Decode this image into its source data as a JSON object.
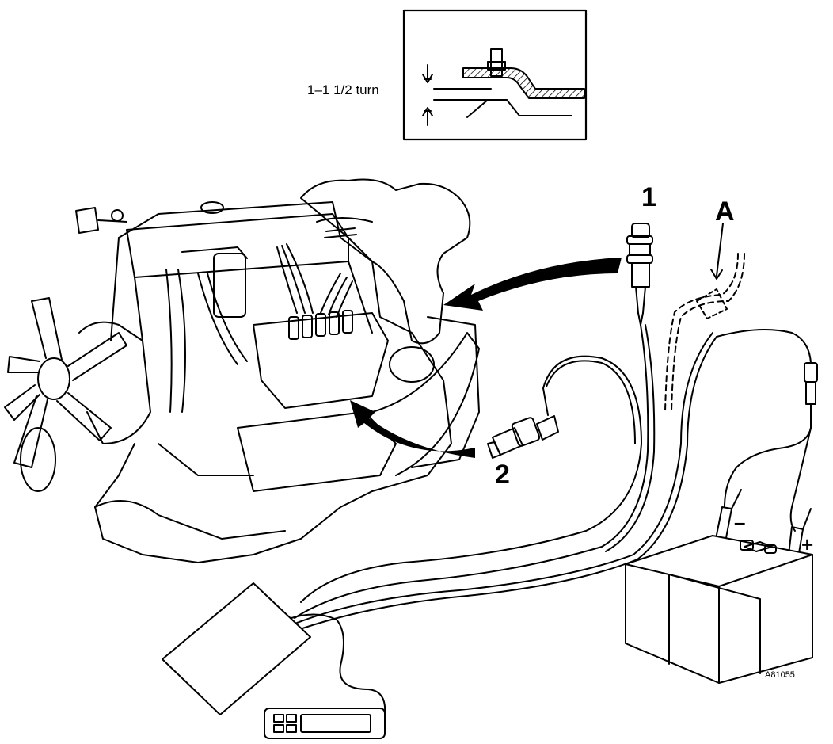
{
  "diagram": {
    "inset_label": "1–1 1/2 turn",
    "label_1": "1",
    "label_2": "2",
    "label_a": "A",
    "battery_minus": "–",
    "battery_plus": "+",
    "figure_code": "A81055"
  },
  "colors": {
    "ink": "#000000",
    "paper": "#ffffff"
  }
}
